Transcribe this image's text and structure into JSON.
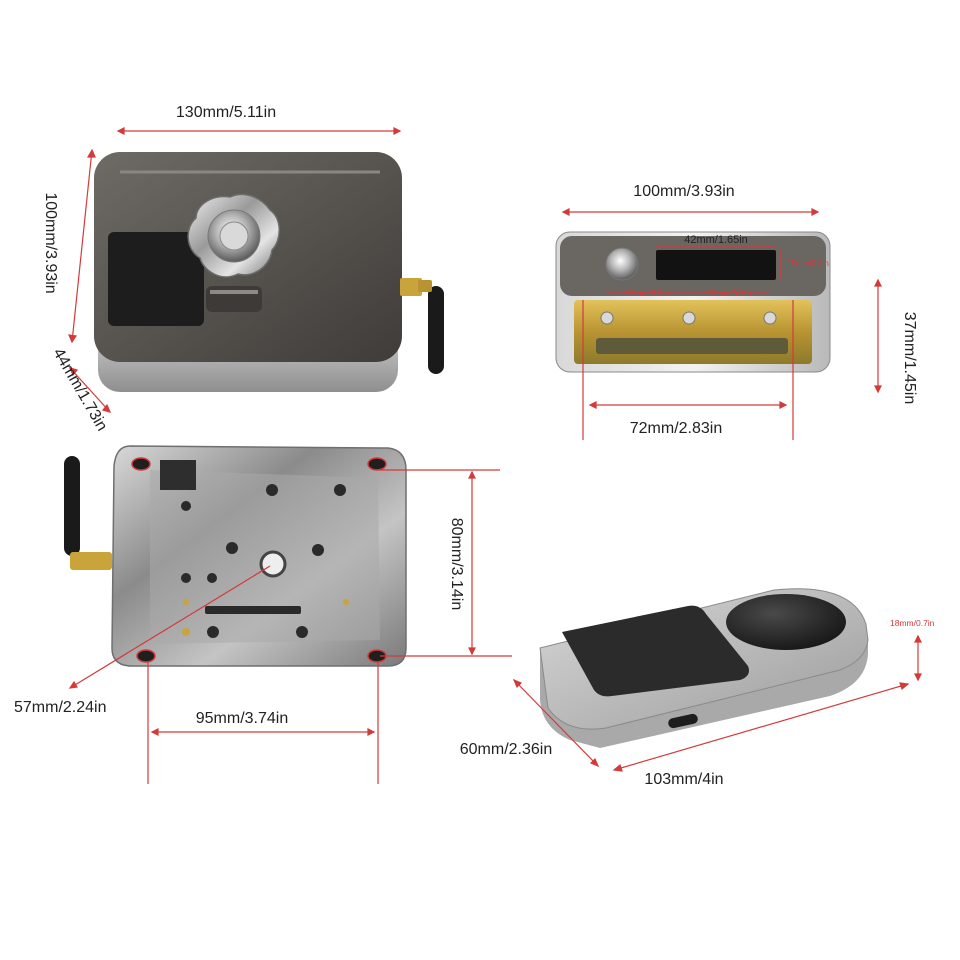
{
  "dimensions": {
    "lock_width": "130mm/5.11in",
    "lock_height": "100mm/3.93in",
    "lock_depth": "44mm/1.73in",
    "strike_width": "100mm/3.93in",
    "strike_slot_width": "42mm/1.65in",
    "strike_slot_height": "15mm/0.6in",
    "strike_hole_pitch_left": "18mm/0.7in",
    "strike_hole_pitch_right": "18mm/0.7in",
    "strike_height": "37mm/1.45in",
    "strike_base_width": "72mm/2.83in",
    "back_hole_height": "80mm/3.14in",
    "back_diagonal": "57mm/2.24in",
    "back_hole_width": "95mm/3.74in",
    "remote_width": "60mm/2.36in",
    "remote_length": "103mm/4in",
    "remote_thickness": "18mm/0.7in"
  },
  "colors": {
    "dimension_line": "#d43a3a",
    "label_text": "#222222",
    "lock_cover": "#5d5a57",
    "brushed_steel": "#c9c9c9",
    "brass_plate": "#c9a43b",
    "card_pad": "#2b2b2b"
  },
  "icons": {
    "knob": "lock-knob-icon",
    "card_reader": "card-reader-icon",
    "antenna": "antenna-icon",
    "usb_port": "usb-c-port-icon"
  }
}
